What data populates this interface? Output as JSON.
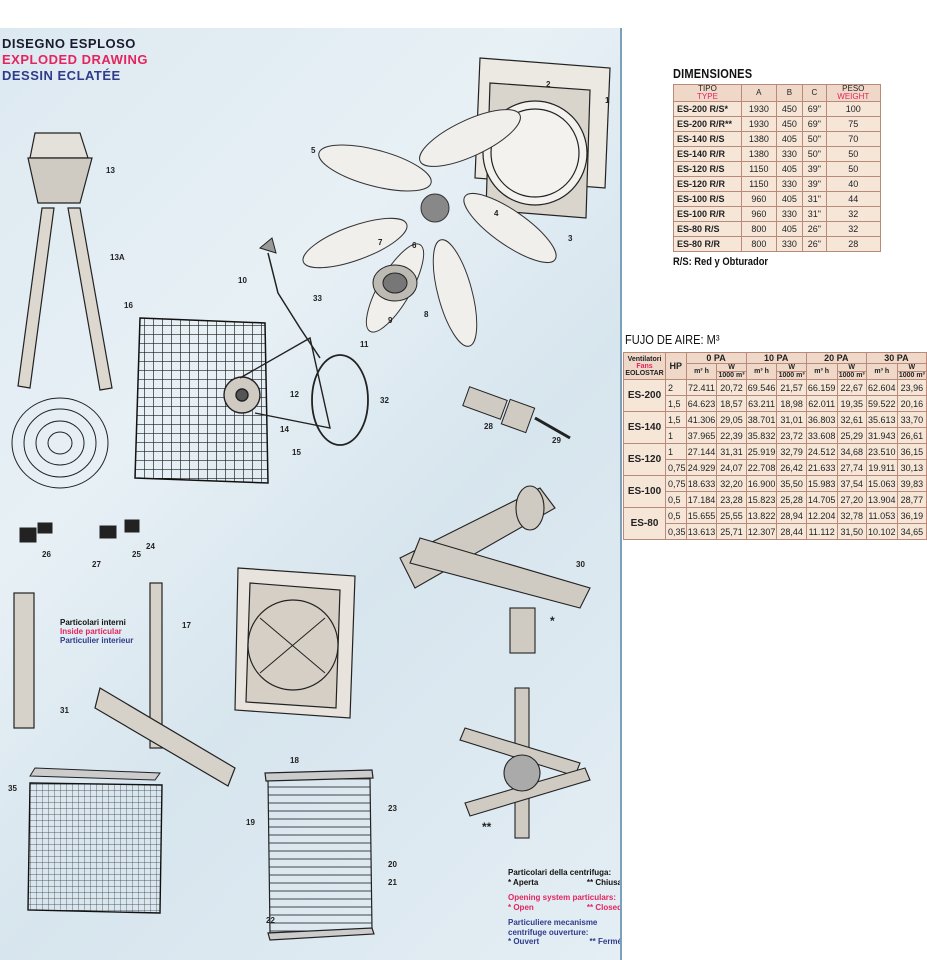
{
  "drawing": {
    "title_it": "DISEGNO ESPLOSO",
    "title_en": "EXPLODED DRAWING",
    "title_fr": "DESSIN ECLATÉE",
    "callouts": [
      "1",
      "2",
      "3",
      "4",
      "5",
      "6",
      "7",
      "8",
      "9",
      "10",
      "11",
      "12",
      "13",
      "13A",
      "14",
      "15",
      "16",
      "17",
      "18",
      "19",
      "20",
      "21",
      "22",
      "23",
      "24",
      "25",
      "26",
      "27",
      "28",
      "29",
      "30",
      "31",
      "32",
      "33",
      "35"
    ],
    "inner_label_it": "Particolari interni",
    "inner_label_en": "Inside particular",
    "inner_label_fr": "Particulier interieur",
    "legend": {
      "it_title": "Particolari della centrifuga:",
      "it_open": "* Aperta",
      "it_closed": "** Chiusa",
      "en_title": "Opening system particulars:",
      "en_open": "* Open",
      "en_closed": "** Closed",
      "fr_title": "Particuliere mecanisme centrifuge ouverture:",
      "fr_open": "* Ouvert",
      "fr_closed": "** Fermé"
    },
    "mark_single": "*",
    "mark_double": "**"
  },
  "dimensions": {
    "title": "DIMENSIONES",
    "headers": {
      "tipo": "TIPO",
      "type": "TYPE",
      "a": "A",
      "b": "B",
      "c": "C",
      "peso": "PESO",
      "weight": "WEIGHT"
    },
    "rows": [
      [
        "ES-200 R/S*",
        "1930",
        "450",
        "69\"",
        "100"
      ],
      [
        "ES-200 R/R**",
        "1930",
        "450",
        "69\"",
        "75"
      ],
      [
        "ES-140 R/S",
        "1380",
        "405",
        "50\"",
        "70"
      ],
      [
        "ES-140 R/R",
        "1380",
        "330",
        "50\"",
        "50"
      ],
      [
        "ES-120 R/S",
        "1150",
        "405",
        "39\"",
        "50"
      ],
      [
        "ES-120 R/R",
        "1150",
        "330",
        "39\"",
        "40"
      ],
      [
        "ES-100 R/S",
        "960",
        "405",
        "31\"",
        "44"
      ],
      [
        "ES-100 R/R",
        "960",
        "330",
        "31\"",
        "32"
      ],
      [
        "ES-80 R/S",
        "800",
        "405",
        "26\"",
        "32"
      ],
      [
        "ES-80 R/R",
        "800",
        "330",
        "26\"",
        "28"
      ]
    ],
    "note": "R/S: Red y Obturador"
  },
  "airflow": {
    "title": "FUJO DE AIRE: M³",
    "col_fans_it": "Ventilatori",
    "col_fans_en": "Fans",
    "col_fans_brand": "EOLOSTAR",
    "col_hp": "HP",
    "pressures": [
      "0 PA",
      "10 PA",
      "20 PA",
      "30 PA"
    ],
    "unit_flow": "m³ h",
    "unit_power_w": "W",
    "unit_power_per": "1000 m³",
    "groups": [
      {
        "model": "ES-200",
        "rows": [
          [
            "2",
            "72.411",
            "20,72",
            "69.546",
            "21,57",
            "66.159",
            "22,67",
            "62.604",
            "23,96"
          ],
          [
            "1,5",
            "64.623",
            "18,57",
            "63.211",
            "18,98",
            "62.011",
            "19,35",
            "59.522",
            "20,16"
          ]
        ]
      },
      {
        "model": "ES-140",
        "rows": [
          [
            "1,5",
            "41.306",
            "29,05",
            "38.701",
            "31,01",
            "36.803",
            "32,61",
            "35.613",
            "33,70"
          ],
          [
            "1",
            "37.965",
            "22,39",
            "35.832",
            "23,72",
            "33.608",
            "25,29",
            "31.943",
            "26,61"
          ]
        ]
      },
      {
        "model": "ES-120",
        "rows": [
          [
            "1",
            "27.144",
            "31,31",
            "25.919",
            "32,79",
            "24.512",
            "34,68",
            "23.510",
            "36,15"
          ],
          [
            "0,75",
            "24.929",
            "24,07",
            "22.708",
            "26,42",
            "21.633",
            "27,74",
            "19.911",
            "30,13"
          ]
        ]
      },
      {
        "model": "ES-100",
        "rows": [
          [
            "0,75",
            "18.633",
            "32,20",
            "16.900",
            "35,50",
            "15.983",
            "37,54",
            "15.063",
            "39,83"
          ],
          [
            "0,5",
            "17.184",
            "23,28",
            "15.823",
            "25,28",
            "14.705",
            "27,20",
            "13.904",
            "28,77"
          ]
        ]
      },
      {
        "model": "ES-80",
        "rows": [
          [
            "0,5",
            "15.655",
            "25,55",
            "13.822",
            "28,94",
            "12.204",
            "32,78",
            "11.053",
            "36,19"
          ],
          [
            "0,35",
            "13.613",
            "25,71",
            "12.307",
            "28,44",
            "11.112",
            "31,50",
            "10.102",
            "34,65"
          ]
        ]
      }
    ]
  }
}
